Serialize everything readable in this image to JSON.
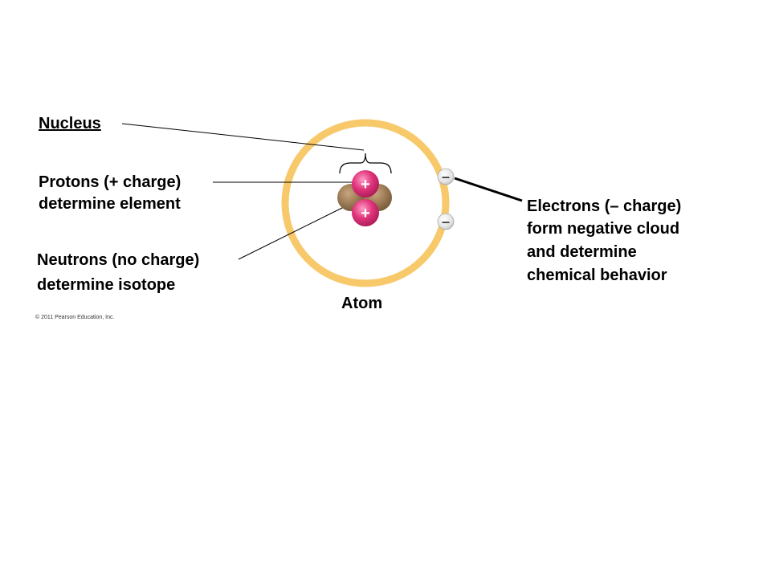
{
  "labels": {
    "nucleus": "Nucleus",
    "protons_line1": "Protons (+ charge)",
    "protons_line2": "determine element",
    "neutrons_line1": "Neutrons (no charge)",
    "neutrons_line2": "determine isotope",
    "atom": "Atom",
    "electrons_line1": "Electrons (– charge)",
    "electrons_line2": "form negative cloud",
    "electrons_line3": "and determine",
    "electrons_line4": "chemical behavior"
  },
  "copyright": "© 2011 Pearson Education, Inc.",
  "symbols": {
    "proton_sign": "+",
    "electron_sign": "–"
  },
  "colors": {
    "orbit": "#f7c96b",
    "proton": "#e0347a",
    "neutron": "#9b7a55",
    "electron": "#e2e2e2",
    "leader_line": "#000000"
  }
}
